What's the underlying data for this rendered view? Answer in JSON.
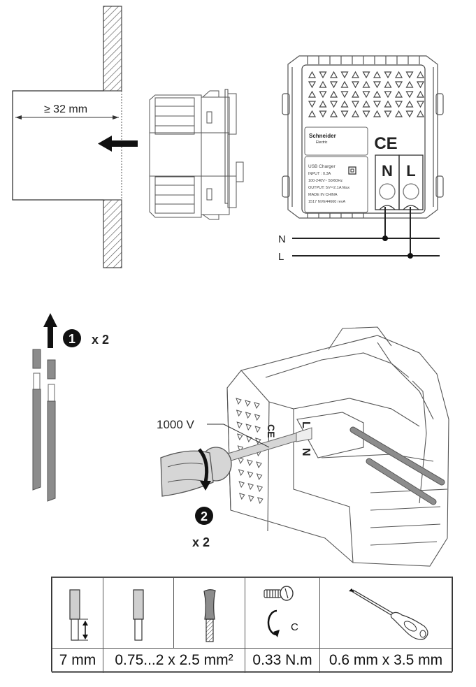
{
  "step_install": {
    "depth_label": "≥ 32 mm",
    "direction": "insert-left"
  },
  "rear_view": {
    "brand": "Schneider",
    "brand_sub": "Electric",
    "ce_mark": "CE",
    "terminal_n": "N",
    "terminal_l": "L",
    "label_lines": [
      "USB Charger",
      "INPUT : 0.3A",
      "100-240V~   50/60Hz",
      "OUTPUT: 5V⎓2.1A Max",
      "MADE IN CHINA",
      "1517   NVE44660   revA"
    ],
    "wire_n": "N",
    "wire_l": "L"
  },
  "step1": {
    "number": "1",
    "multiplier": "x 2"
  },
  "step2": {
    "number": "2",
    "multiplier": "x 2",
    "screwdriver_rating": "1000 V",
    "module_n": "N",
    "module_l": "L"
  },
  "spec_table": {
    "columns": [
      {
        "icon": "strip-length-icon",
        "value": "7 mm"
      },
      {
        "icon": "solid-wire-icon",
        "value": "0.75...2 x 2.5 mm²",
        "span": 2
      },
      {
        "icon": "stranded-wire-icon"
      },
      {
        "icon": "screw-torque-icon",
        "icon_label": "C",
        "value": "0.33 N.m"
      },
      {
        "icon": "screwdriver-icon",
        "value": "0.6 mm x 3.5 mm"
      }
    ]
  },
  "colors": {
    "line": "#333333",
    "fill_gray": "#8c8c8c",
    "light_gray": "#cfcfcf",
    "black": "#111111"
  }
}
